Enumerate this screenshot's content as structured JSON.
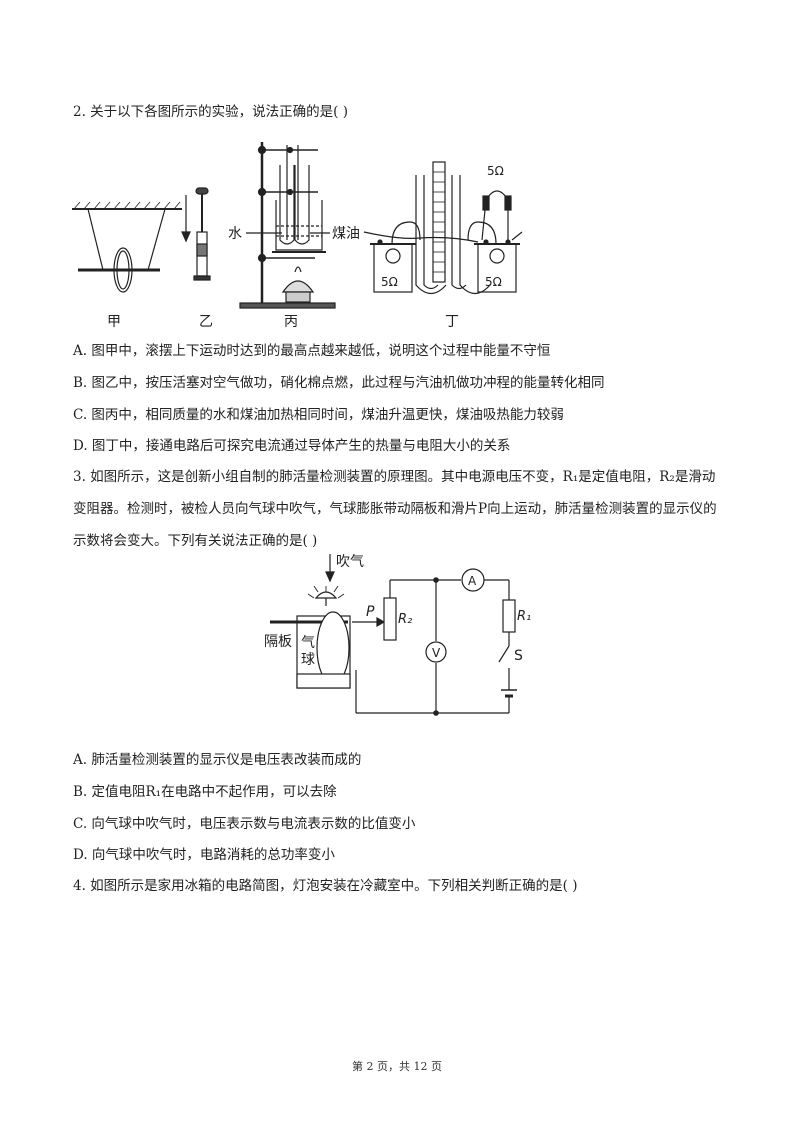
{
  "q2": {
    "stem": "2. 关于以下各图所示的实验，说法正确的是(    )",
    "labels": {
      "jia": "甲",
      "yi": "乙",
      "bing": "丙",
      "ding": "丁",
      "water": "水",
      "kerosene": "煤油",
      "r_top": "5Ω",
      "r_left": "5Ω",
      "r_right": "5Ω"
    },
    "options": [
      "A. 图甲中，滚摆上下运动时达到的最高点越来越低，说明这个过程中能量不守恒",
      "B. 图乙中，按压活塞对空气做功，硝化棉点燃，此过程与汽油机做功冲程的能量转化相同",
      "C. 图丙中，相同质量的水和煤油加热相同时间，煤油升温更快，煤油吸热能力较弱",
      "D. 图丁中，接通电路后可探究电流通过导体产生的热量与电阻大小的关系"
    ]
  },
  "q3": {
    "stem": "3. 如图所示，这是创新小组自制的肺活量检测装置的原理图。其中电源电压不变，R₁是定值电阻，R₂是滑动变阻器。检测时，被检人员向气球中吹气，气球膨胀带动隔板和滑片P向上运动，肺活量检测装置的显示仪的示数将会变大。下列有关说法正确的是(    )",
    "labels": {
      "blow": "吹气",
      "partition": "隔板",
      "balloon_1": "气",
      "balloon_2": "球",
      "slider": "P",
      "r2": "R₂",
      "r1": "R₁",
      "ammeter": "A",
      "voltmeter": "V",
      "switch": "S"
    },
    "options": [
      "A. 肺活量检测装置的显示仪是电压表改装而成的",
      "B. 定值电阻R₁在电路中不起作用，可以去除",
      "C. 向气球中吹气时，电压表示数与电流表示数的比值变小",
      "D. 向气球中吹气时，电路消耗的总功率变小"
    ]
  },
  "q4": {
    "stem": "4. 如图所示是家用冰箱的电路简图，灯泡安装在冷藏室中。下列相关判断正确的是(    )"
  },
  "footer": "第 2 页，共 12 页"
}
